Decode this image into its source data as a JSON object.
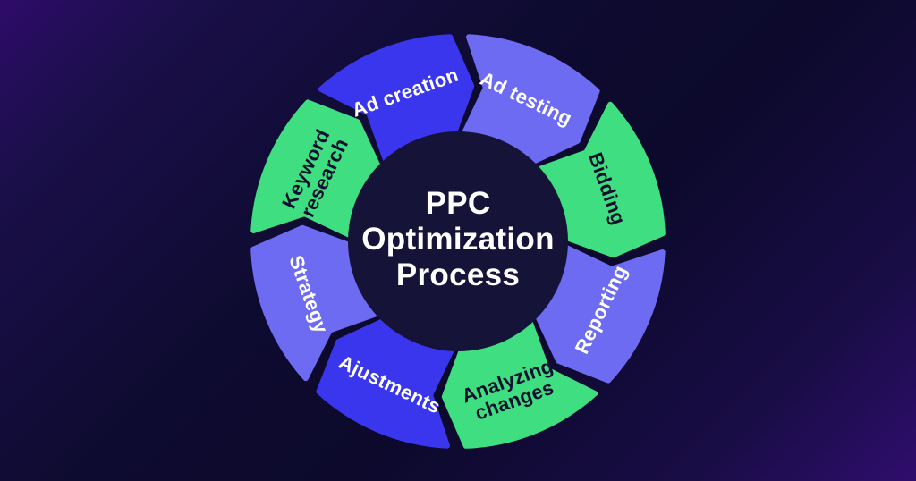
{
  "title": "PPC Optimization Process",
  "colors": {
    "blue": "#3a36ee",
    "periwinkle": "#6d6bf2",
    "green": "#3fdf81",
    "navy": "#161338",
    "label_light": "#ffffff",
    "label_dark": "#10102e",
    "background_corner_top_left": "#2e0b69",
    "background_middle": "#0d0a2e",
    "background_corner_bottom_right": "#2f0d6d"
  },
  "wheel": {
    "center_label": "PPC Optimization Process",
    "direction": "clockwise",
    "segments": [
      {
        "id": "ad-creation",
        "label": "Ad creation",
        "lines": [
          "Ad creation"
        ],
        "color": "blue",
        "text": "light"
      },
      {
        "id": "ad-testing",
        "label": "Ad testing",
        "lines": [
          "Ad testing"
        ],
        "color": "periwinkle",
        "text": "light"
      },
      {
        "id": "bidding",
        "label": "Bidding",
        "lines": [
          "Bidding"
        ],
        "color": "green",
        "text": "dark"
      },
      {
        "id": "reporting",
        "label": "Reporting",
        "lines": [
          "Reporting"
        ],
        "color": "periwinkle",
        "text": "light"
      },
      {
        "id": "analyzing-changes",
        "label": "Analyzing changes",
        "lines": [
          "Analyzing",
          "changes"
        ],
        "color": "green",
        "text": "dark"
      },
      {
        "id": "ajustments",
        "label": "Ajustments",
        "lines": [
          "Ajustments"
        ],
        "color": "blue",
        "text": "light"
      },
      {
        "id": "strategy",
        "label": "Strategy",
        "lines": [
          "Strategy"
        ],
        "color": "periwinkle",
        "text": "light"
      },
      {
        "id": "keyword-research",
        "label": "Keyword research",
        "lines": [
          "Keyword",
          "research"
        ],
        "color": "green",
        "text": "dark"
      }
    ]
  }
}
